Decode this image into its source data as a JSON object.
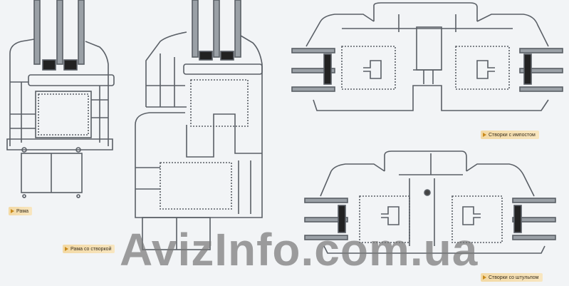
{
  "figure": {
    "description": "Cross-section drawings of PVC window profiles",
    "background_color": "#f2f4f6",
    "line_color": "#5a5f66",
    "label_bg": "#f3d9a4",
    "label_arrow_color": "#c98a1c"
  },
  "labels": {
    "frame": "Рама",
    "frame_with_sash": "Рама со створкой",
    "sash_with_mullion": "Створки с импостом",
    "sash_with_shtulp": "Створки со штульпом"
  },
  "watermark": {
    "text": "AvizInfo.com.ua"
  }
}
